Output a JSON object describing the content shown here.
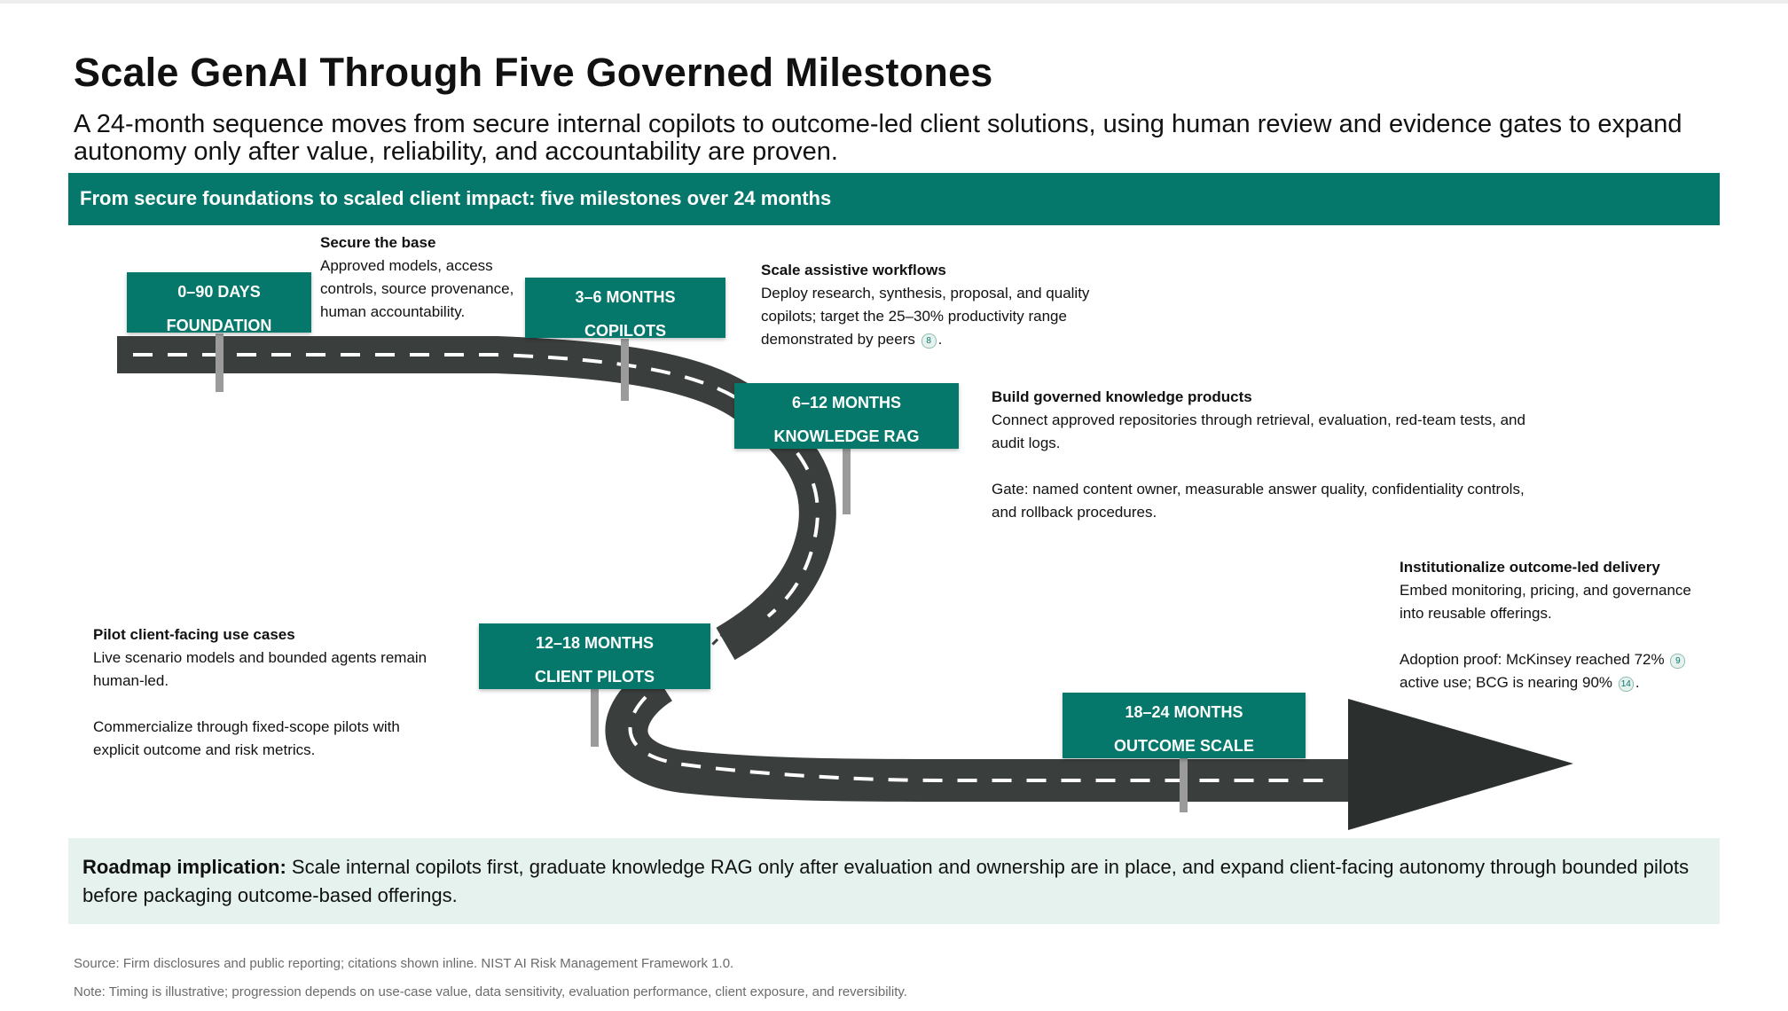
{
  "header": {
    "title": "Scale GenAI Through Five Governed Milestones",
    "subtitle": "A 24-month sequence moves from secure internal copilots to outcome-led client solutions, using human review and evidence gates to expand autonomy only after value, reliability, and accountability are proven."
  },
  "banner": {
    "text": "From secure foundations to scaled client impact: five milestones over 24 months"
  },
  "colors": {
    "accent": "#06786b",
    "road": "#3a3e3c",
    "arrow": "#2b302e",
    "implication_bg": "#e5f2ee"
  },
  "milestones": [
    {
      "period": "0–90 DAYS",
      "name": "FOUNDATION",
      "heading": "Secure the base",
      "text": [
        "Approved models, access",
        "controls, source provenance,",
        "human accountability."
      ]
    },
    {
      "period": "3–6 MONTHS",
      "name": "COPILOTS",
      "heading": "Scale assistive workflows",
      "text": [
        "Deploy research, synthesis, proposal, and quality",
        "copilots; target the 25–30% productivity range"
      ],
      "text_tail": "demonstrated by peers",
      "citation": "8"
    },
    {
      "period": "6–12 MONTHS",
      "name": "KNOWLEDGE RAG",
      "heading": "Build governed knowledge products",
      "text": [
        "Connect approved repositories through retrieval, evaluation, red-team tests, and",
        "audit logs."
      ],
      "gate": [
        "Gate: named content owner, measurable answer quality, confidentiality controls,",
        "and rollback procedures."
      ]
    },
    {
      "period": "12–18 MONTHS",
      "name": "CLIENT PILOTS",
      "heading": "Pilot client-facing use cases",
      "text": [
        "Live scenario models and bounded agents remain",
        "human-led."
      ],
      "extra": [
        "Commercialize through fixed-scope pilots with",
        "explicit outcome and risk metrics."
      ]
    },
    {
      "period": "18–24 MONTHS",
      "name": "OUTCOME SCALE",
      "heading": "Institutionalize outcome-led delivery",
      "text": [
        "Embed monitoring, pricing, and governance",
        "into reusable offerings."
      ],
      "proof_a": "Adoption proof: McKinsey reached 72%",
      "citation_a": "9",
      "proof_b": "active use; BCG is nearing 90%",
      "citation_b": "14"
    }
  ],
  "implication": {
    "label": "Roadmap implication:",
    "text": " Scale internal copilots first, graduate knowledge RAG only after evaluation and ownership are in place, and expand client-facing autonomy through bounded pilots before packaging outcome-based offerings."
  },
  "footer": {
    "source": "Source: Firm disclosures and public reporting; citations shown inline. NIST AI Risk Management Framework 1.0.",
    "note": "Note: Timing is illustrative; progression depends on use-case value, data sensitivity, evaluation performance, client exposure, and reversibility."
  }
}
